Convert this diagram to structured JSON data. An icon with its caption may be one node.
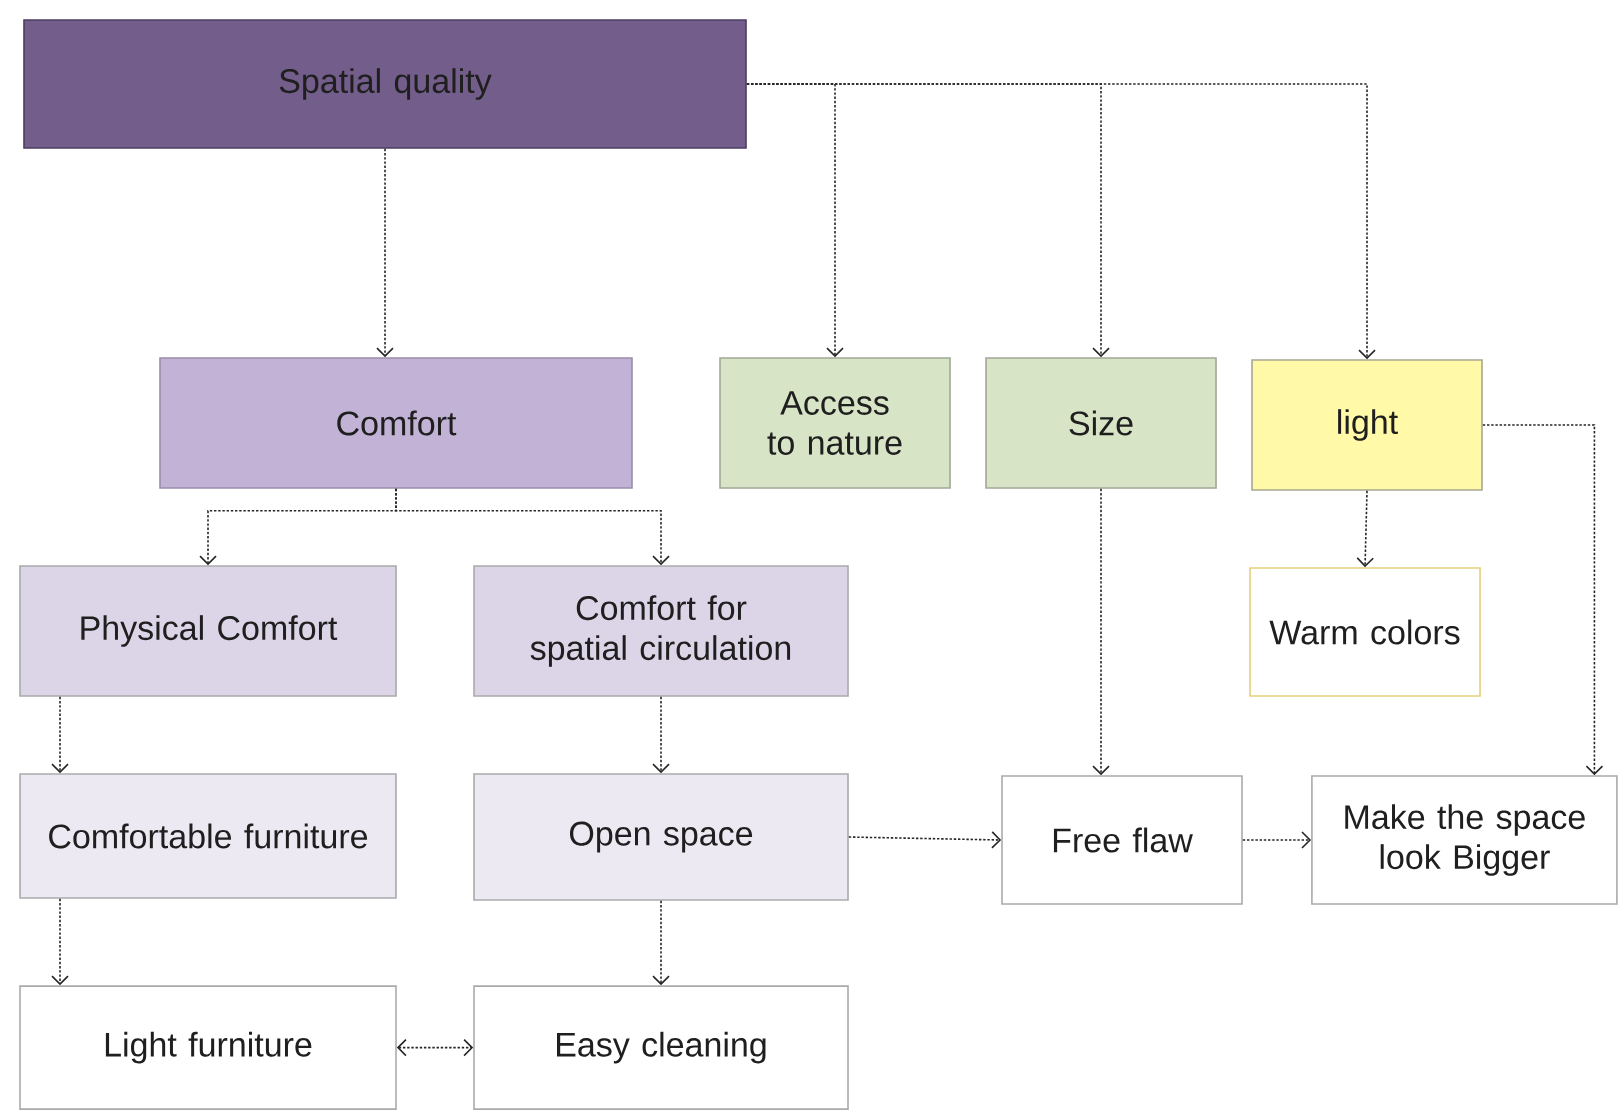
{
  "diagram": {
    "nodes": [
      {
        "text": [
          "Spatial quality"
        ]
      },
      {
        "text": [
          "Comfort"
        ]
      },
      {
        "text": [
          "Access to nature"
        ]
      },
      {
        "text": [
          "Size"
        ]
      },
      {
        "text": [
          "light"
        ]
      },
      {
        "text": [
          "Physical Comfort"
        ]
      },
      {
        "text": [
          "Comfort for spatial circulation"
        ]
      },
      {
        "text": [
          "Warm colors"
        ]
      },
      {
        "text": [
          "Comfortable furniture"
        ]
      },
      {
        "text": [
          "Open space"
        ]
      },
      {
        "text": [
          "Free flaw"
        ]
      },
      {
        "text": [
          "Make the space look Bigger"
        ]
      },
      {
        "text": [
          "Light furniture"
        ]
      },
      {
        "text": [
          "Easy cleaning"
        ]
      }
    ],
    "edges": [
      {
        "from": 0,
        "to": 1,
        "arrow": "to",
        "style": "dashed"
      },
      {
        "from": 0,
        "to": 2,
        "arrow": "to",
        "style": "dashed"
      },
      {
        "from": 0,
        "to": 3,
        "arrow": "to",
        "style": "dashed"
      },
      {
        "from": 0,
        "to": 4,
        "arrow": "to",
        "style": "dashed"
      },
      {
        "from": 1,
        "to": 5,
        "arrow": "to",
        "style": "dashed"
      },
      {
        "from": 1,
        "to": 6,
        "arrow": "to",
        "style": "dashed"
      },
      {
        "from": 4,
        "to": 7,
        "arrow": "to",
        "style": "dashed"
      },
      {
        "from": 4,
        "to": 11,
        "arrow": "to",
        "style": "dashed"
      },
      {
        "from": 3,
        "to": 10,
        "arrow": "to",
        "style": "dashed"
      },
      {
        "from": 5,
        "to": 8,
        "arrow": "to",
        "style": "dashed"
      },
      {
        "from": 6,
        "to": 9,
        "arrow": "to",
        "style": "dashed"
      },
      {
        "from": 8,
        "to": 12,
        "arrow": "to",
        "style": "dashed"
      },
      {
        "from": 9,
        "to": 13,
        "arrow": "to",
        "style": "dashed"
      },
      {
        "from": 12,
        "to": 13,
        "arrow": "both",
        "style": "dashed"
      },
      {
        "from": 9,
        "to": 10,
        "arrow": "to",
        "style": "dashed"
      },
      {
        "from": 10,
        "to": 11,
        "arrow": "to",
        "style": "dashed"
      }
    ]
  }
}
